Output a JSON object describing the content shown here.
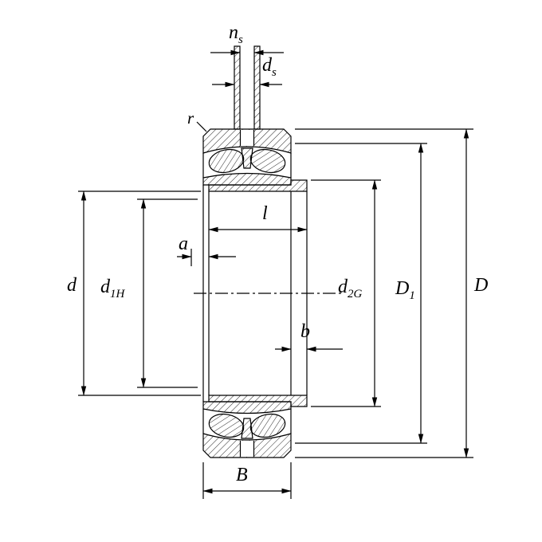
{
  "figure": {
    "background_color": "#ffffff",
    "line_color": "#000000",
    "hatch_color": "#2a2a2a",
    "dimension_labels": {
      "ns": {
        "main": "n",
        "sub": "s"
      },
      "ds": {
        "main": "d",
        "sub": "s"
      },
      "r": {
        "main": "r",
        "sub": ""
      },
      "l": {
        "main": "l",
        "sub": ""
      },
      "a": {
        "main": "a",
        "sub": ""
      },
      "d": {
        "main": "d",
        "sub": ""
      },
      "d1H": {
        "main": "d",
        "sub": "1H"
      },
      "d2G": {
        "main": "d",
        "sub": "2G"
      },
      "D1": {
        "main": "D",
        "sub": "1"
      },
      "D": {
        "main": "D",
        "sub": ""
      },
      "b": {
        "main": "b",
        "sub": ""
      },
      "B": {
        "main": "B",
        "sub": ""
      }
    }
  }
}
